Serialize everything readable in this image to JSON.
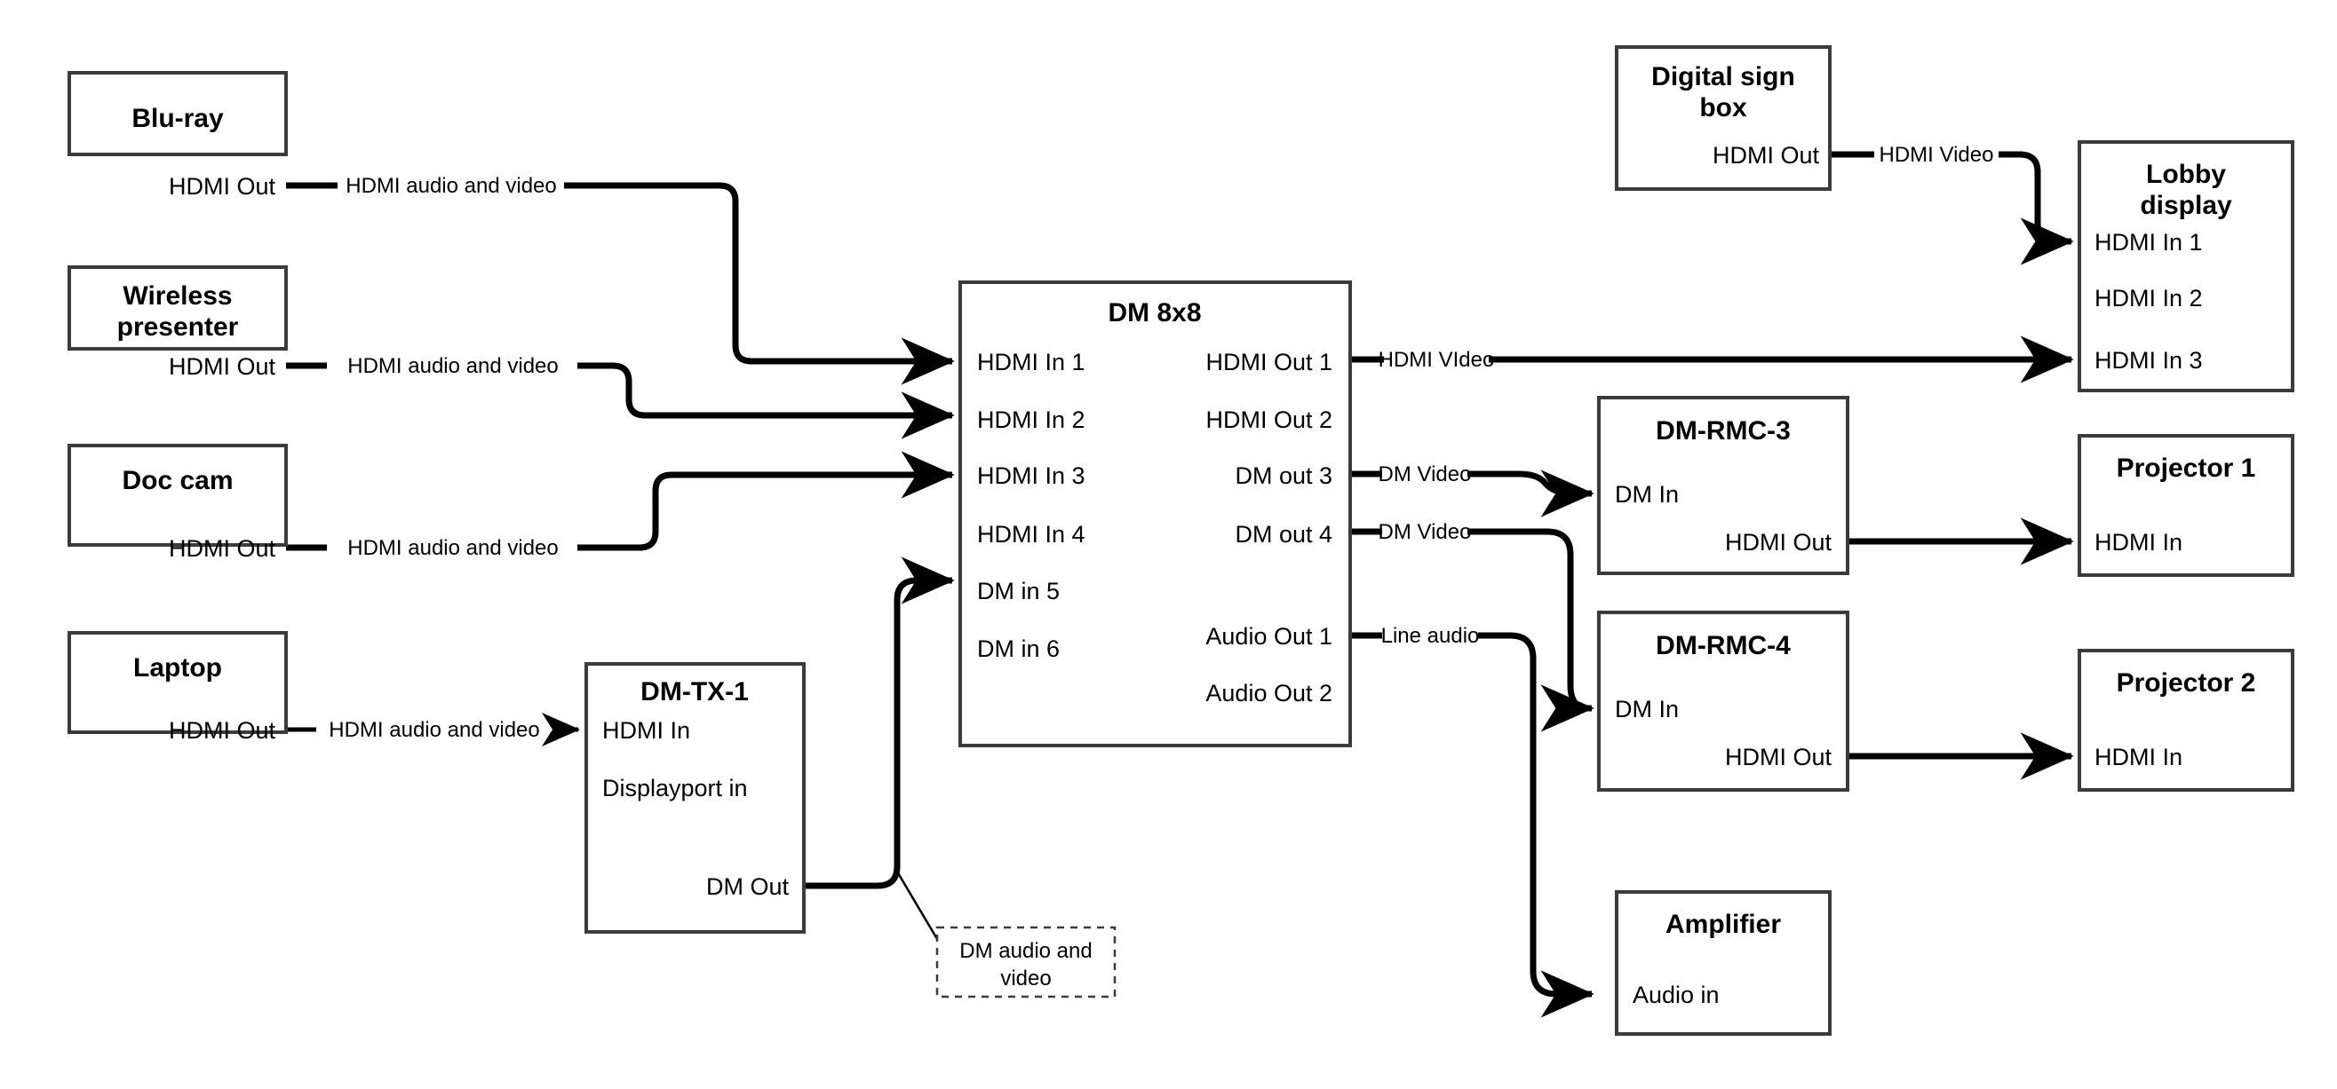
{
  "diagram": {
    "type": "av-signal-flow",
    "background_color": "#ffffff",
    "line_color": "#000000",
    "box_border_color": "#3b3b3b"
  },
  "nodes": {
    "bluray": {
      "title": "Blu-ray",
      "ports": {
        "out1": "HDMI Out"
      }
    },
    "wireless_presenter": {
      "title_line1": "Wireless",
      "title_line2": "presenter",
      "ports": {
        "out1": "HDMI Out"
      }
    },
    "doc_cam": {
      "title": "Doc cam",
      "ports": {
        "out1": "HDMI Out"
      }
    },
    "laptop": {
      "title": "Laptop",
      "ports": {
        "out1": "HDMI Out"
      }
    },
    "dm_tx_1": {
      "title": "DM-TX-1",
      "ports": {
        "in1": "HDMI In",
        "in2": "Displayport in",
        "out1": "DM Out"
      }
    },
    "dm_8x8": {
      "title": "DM 8x8",
      "inputs": [
        "HDMI In 1",
        "HDMI In 2",
        "HDMI In 3",
        "HDMI In 4",
        "DM in 5",
        "DM in 6"
      ],
      "outputs": [
        "HDMI Out 1",
        "HDMI Out 2",
        "DM out 3",
        "DM out 4",
        "Audio Out 1",
        "Audio Out 2"
      ]
    },
    "digital_sign_box": {
      "title_line1": "Digital sign",
      "title_line2": "box",
      "ports": {
        "out1": "HDMI Out"
      }
    },
    "lobby_display": {
      "title_line1": "Lobby",
      "title_line2": "display",
      "ports": {
        "in1": "HDMI In 1",
        "in2": "HDMI In 2",
        "in3": "HDMI In 3"
      }
    },
    "dm_rmc_3": {
      "title": "DM-RMC-3",
      "ports": {
        "in1": "DM In",
        "out1": "HDMI Out"
      }
    },
    "dm_rmc_4": {
      "title": "DM-RMC-4",
      "ports": {
        "in1": "DM In",
        "out1": "HDMI Out"
      }
    },
    "projector_1": {
      "title": "Projector 1",
      "ports": {
        "in1": "HDMI In"
      }
    },
    "projector_2": {
      "title": "Projector 2",
      "ports": {
        "in1": "HDMI In"
      }
    },
    "amplifier": {
      "title": "Amplifier",
      "ports": {
        "in1": "Audio in"
      }
    }
  },
  "connections": {
    "bluray_to_dm": "HDMI audio and video",
    "wireless_to_dm": "HDMI audio and video",
    "doccam_to_dm": "HDMI audio and video",
    "laptop_to_tx": "HDMI audio and video",
    "signbox_to_lobby": "HDMI Video",
    "dmout1_to_lobby": "HDMI VIdeo",
    "dmout3_to_rmc3": "DM Video",
    "dmout4_to_rmc4": "DM Video",
    "audioout1_to_amp": "Line audio"
  },
  "callouts": {
    "tx_to_dm": {
      "line1": "DM audio and",
      "line2": "video"
    }
  }
}
